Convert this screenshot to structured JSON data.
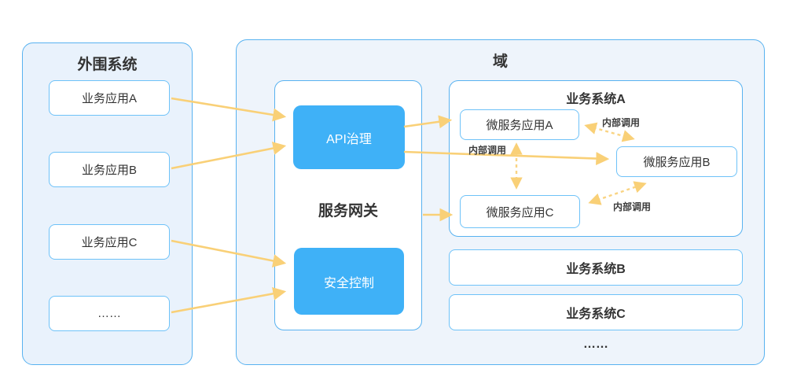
{
  "peripheral": {
    "title": "外围系统",
    "items": [
      {
        "label": "业务应用A"
      },
      {
        "label": "业务应用B"
      },
      {
        "label": "业务应用C"
      },
      {
        "label": "……"
      }
    ]
  },
  "domain": {
    "title": "域",
    "gateway": {
      "title": "服务网关",
      "modules": [
        {
          "label": "API治理"
        },
        {
          "label": "安全控制"
        }
      ]
    },
    "system_a": {
      "title": "业务系统A",
      "services": [
        {
          "label": "微服务应用A"
        },
        {
          "label": "微服务应用B"
        },
        {
          "label": "微服务应用C"
        }
      ]
    },
    "other_systems": [
      {
        "label": "业务系统B"
      },
      {
        "label": "业务系统C"
      }
    ],
    "ellipsis": "……"
  },
  "edges": {
    "ab_label": "内部调用",
    "ac_label": "内部调用",
    "cb_label": "内部调用"
  },
  "colors": {
    "accent_fill": "#3fb1f7",
    "panel_border": "#58b2f0",
    "node_border": "#6ec2f8",
    "arrow": "#f9d077",
    "peripheral_bg": "#e9f2fc",
    "domain_bg": "#eef4fb",
    "text": "#333333"
  }
}
